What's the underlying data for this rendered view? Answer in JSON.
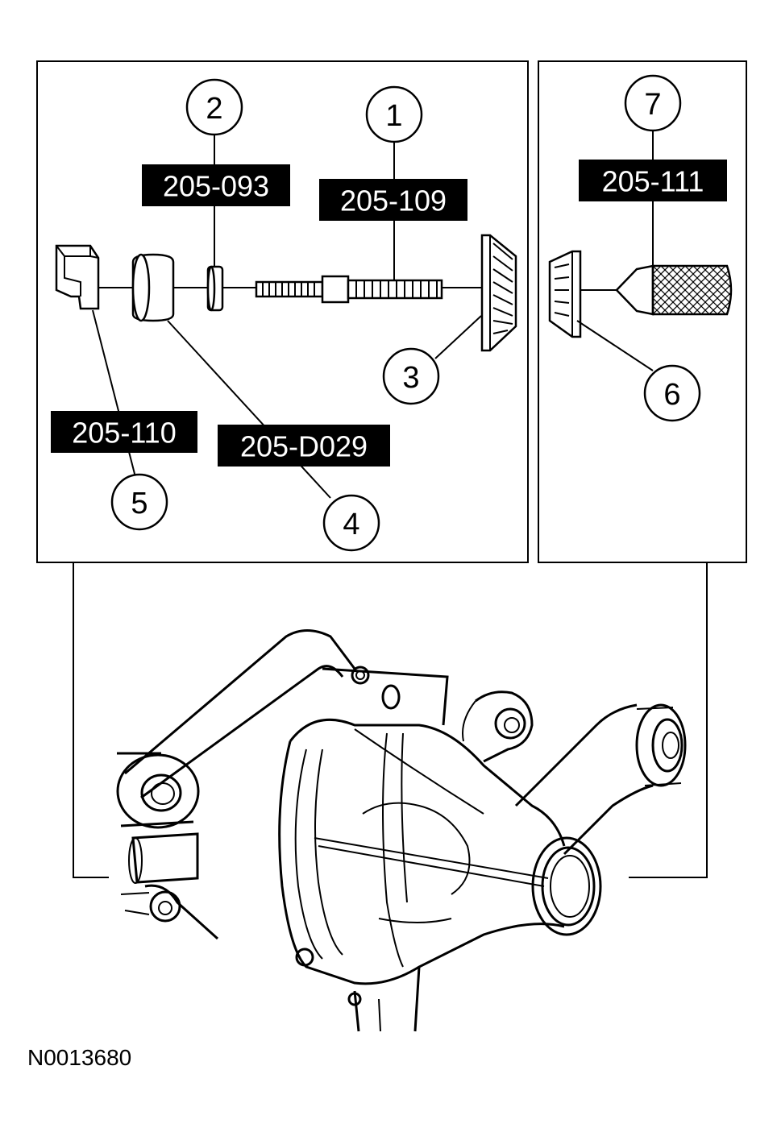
{
  "callouts": [
    "1",
    "2",
    "3",
    "4",
    "5",
    "6",
    "7"
  ],
  "tools": {
    "t1": "205-109",
    "t2": "205-093",
    "t4": "205-D029",
    "t5": "205-110",
    "t7": "205-111"
  },
  "figure_id": "N0013680"
}
